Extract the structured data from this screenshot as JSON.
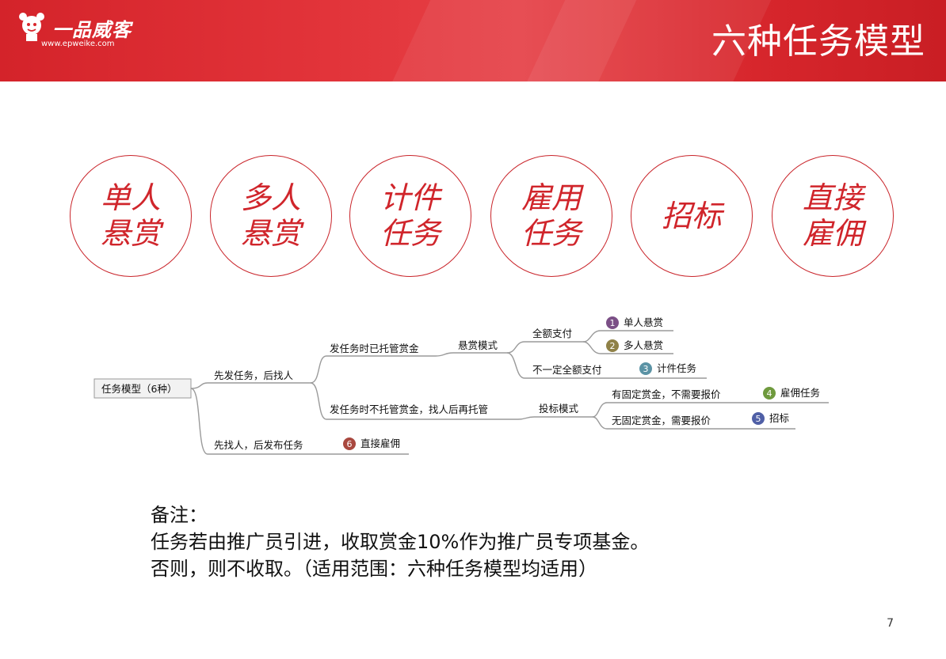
{
  "header": {
    "logo_name": "一品威客",
    "logo_url": "www.epweike.com",
    "title": "六种任务模型",
    "brand_color": "#d9262c"
  },
  "circles": [
    "单人\n悬赏",
    "多人\n悬赏",
    "计件\n任务",
    "雇用\n任务",
    "招标",
    "直接\n雇佣"
  ],
  "mindmap": {
    "root": "任务模型（6种）",
    "branch1": "先发任务，后找人",
    "branch2": "先找人，后发布任务",
    "sub1": "发任务时已托管赏金",
    "sub2": "发任务时不托管赏金，找人后再托管",
    "mode1": "悬赏模式",
    "mode2": "投标模式",
    "pay_full": "全额支付",
    "pay_partial": "不一定全额支付",
    "fixed": "有固定赏金，不需要报价",
    "unfixed": "无固定赏金，需要报价",
    "items": [
      {
        "num": "1",
        "label": "单人悬赏",
        "color": "#7b4f86"
      },
      {
        "num": "2",
        "label": "多人悬赏",
        "color": "#8f8147"
      },
      {
        "num": "3",
        "label": "计件任务",
        "color": "#5b93a5"
      },
      {
        "num": "4",
        "label": "雇佣任务",
        "color": "#6f9a3e"
      },
      {
        "num": "5",
        "label": "招标",
        "color": "#4f5fa6"
      },
      {
        "num": "6",
        "label": "直接雇佣",
        "color": "#a9483f"
      }
    ]
  },
  "note": {
    "line1": "备注：",
    "line2": "任务若由推广员引进，收取赏金10%作为推广员专项基金。",
    "line3": "否则，则不收取。（适用范围：六种任务模型均适用）"
  },
  "page_number": "7"
}
